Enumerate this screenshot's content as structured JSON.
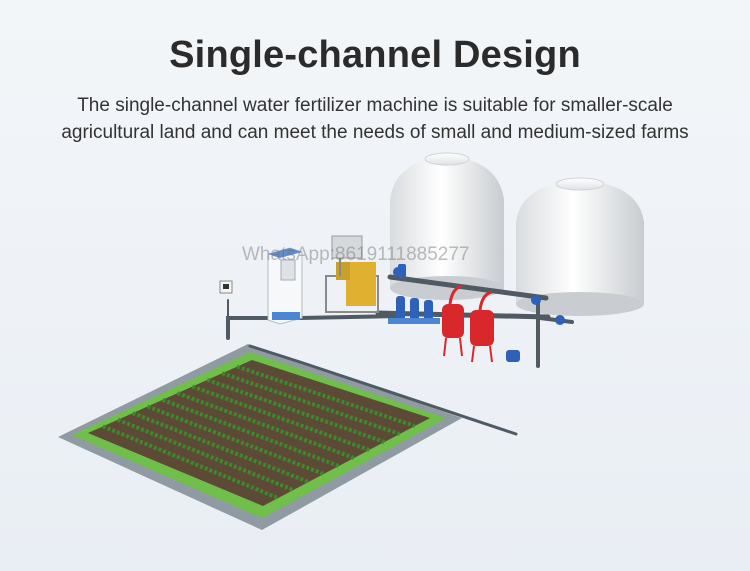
{
  "header": {
    "title": "Single-channel Design",
    "subtitle_line1": "The single-channel water fertilizer machine is suitable for smaller-scale",
    "subtitle_line2": "agricultural land and can meet the needs of small and medium-sized farms"
  },
  "watermark": {
    "text": "WhatsApp:8619111885277"
  },
  "colors": {
    "tank": "#f5f5f5",
    "pipe": "#505a63",
    "valve": "#2e62b8",
    "filter": "#d9282b",
    "field_border": "#6fbf4a",
    "soil": "#5d4a36",
    "pump": "#e0b030"
  }
}
